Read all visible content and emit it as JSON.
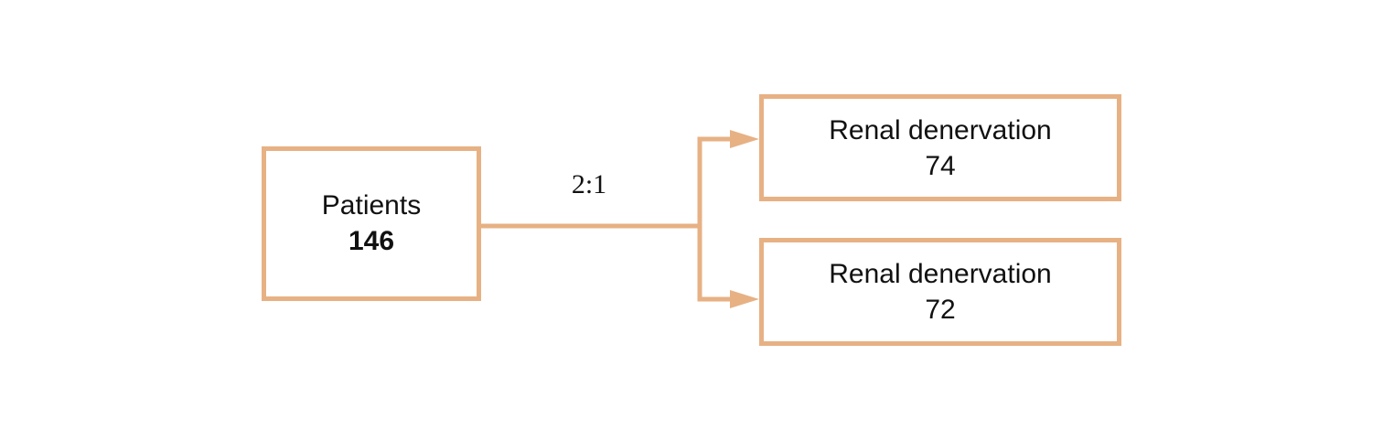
{
  "diagram": {
    "type": "trial-randomization-flow",
    "background_color": "#ffffff",
    "stroke_color": "#e7b184",
    "text_color": "#111111"
  },
  "source": {
    "label": "Patients",
    "count": "146"
  },
  "connector": {
    "ratio_label": "2:1",
    "arrow_count": 2
  },
  "arms": [
    {
      "label": "Renal denervation",
      "count": "74"
    },
    {
      "label": "Renal denervation",
      "count": "72"
    }
  ]
}
